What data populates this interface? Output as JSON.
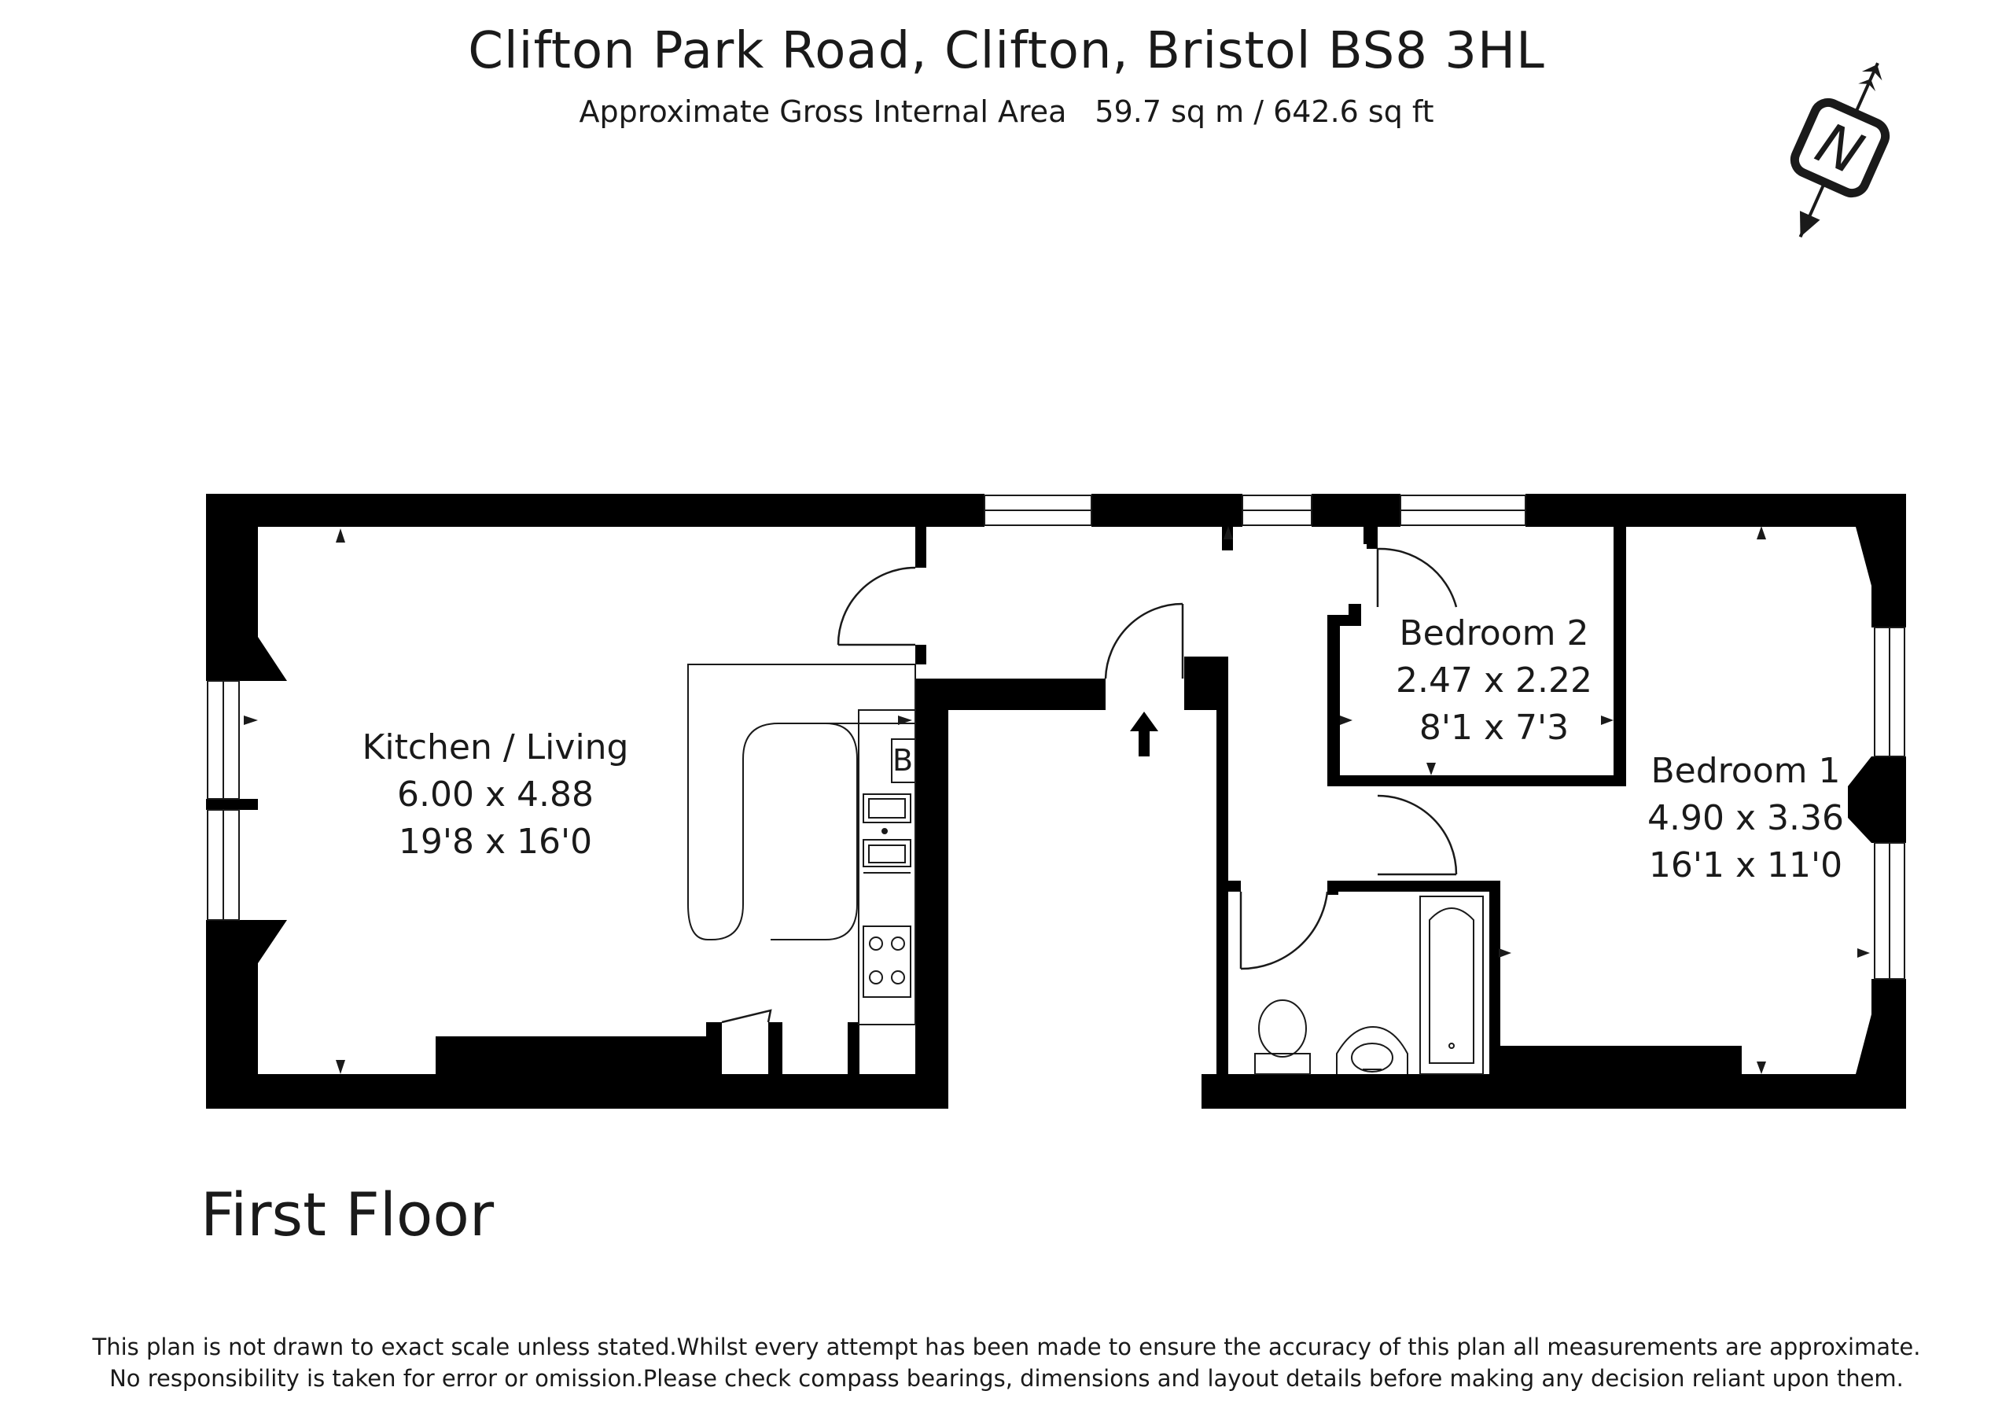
{
  "header": {
    "address": "Clifton Park Road, Clifton, Bristol BS8 3HL",
    "area_label": "Approximate Gross Internal Area",
    "area_value": "59.7 sq m / 642.6 sq ft"
  },
  "compass": {
    "letter": "N",
    "icon": "north-compass-icon"
  },
  "rooms": {
    "kitchen": {
      "name": "Kitchen / Living",
      "metric": "6.00 x 4.88",
      "imperial": "19'8 x 16'0"
    },
    "bedroom2": {
      "name": "Bedroom 2",
      "metric": "2.47 x 2.22",
      "imperial": "8'1 x 7'3"
    },
    "bedroom1": {
      "name": "Bedroom 1",
      "metric": "4.90 x 3.36",
      "imperial": "16'1 x 11'0"
    },
    "boiler": {
      "label": "B"
    }
  },
  "entrance": {
    "icon": "entrance-arrow-icon"
  },
  "floor": {
    "label": "First Floor"
  },
  "colors": {
    "wall": "#000000",
    "line": "#1a1a1a",
    "background": "#ffffff"
  },
  "disclaimer": {
    "line1": "This plan is not drawn to exact scale unless stated.Whilst every attempt has been made to ensure the accuracy of this plan all measurements are approximate.",
    "line2": "No responsibility is taken for error or omission.Please check compass bearings, dimensions and layout details before making any decision reliant upon them."
  }
}
